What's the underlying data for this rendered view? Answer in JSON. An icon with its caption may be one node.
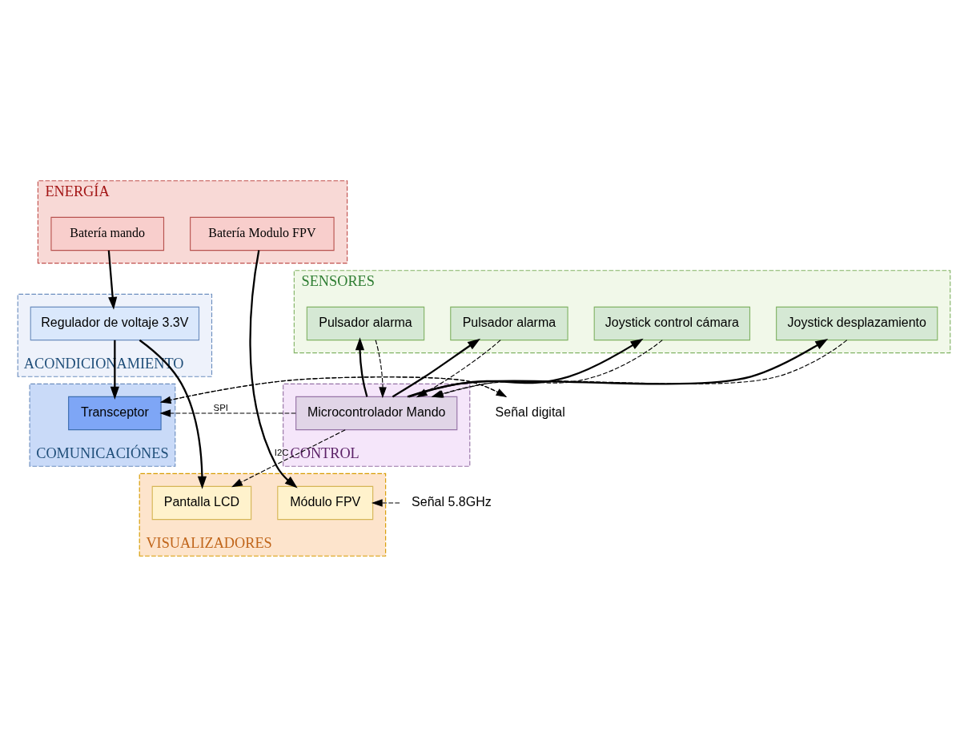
{
  "diagram": {
    "nodes": [
      {
        "text": [
          "ENERGÍA"
        ]
      },
      {
        "text": [
          "Batería mando"
        ],
        "in": 0
      },
      {
        "text": [
          "Batería Modulo FPV"
        ],
        "in": 0
      },
      {
        "text": [
          "ACONDICIONAMIENTO"
        ]
      },
      {
        "text": [
          "Regulador de voltaje 3.3V"
        ],
        "in": 3
      },
      {
        "text": [
          "SENSORES"
        ]
      },
      {
        "text": [
          "Joystick desplazamiento"
        ],
        "in": 5
      },
      {
        "text": [
          "Joystick control cámara"
        ],
        "in": 5
      },
      {
        "text": [
          "Pulsador alarma"
        ],
        "in": 5
      },
      {
        "text": [
          "Pulsador alarma"
        ],
        "in": 5
      },
      {
        "text": [
          "COMUNICACIÓNES"
        ]
      },
      {
        "text": [
          "Transceptor"
        ],
        "in": 10
      },
      {
        "text": [
          "CONTROL"
        ]
      },
      {
        "text": [
          "Microcontrolador Mando"
        ],
        "in": 12
      },
      {
        "text": [
          "VISUALIZADORES"
        ]
      },
      {
        "text": [
          "Pantalla LCD"
        ],
        "in": 14
      },
      {
        "text": [
          "Módulo FPV"
        ],
        "in": 14
      },
      {
        "text": [
          "Señal digital"
        ]
      },
      {
        "text": [
          "Señal 5.8GHz"
        ]
      }
    ],
    "edges": [
      {
        "from": 1,
        "to": 4,
        "arrow": "to"
      },
      {
        "from": 2,
        "to": 16,
        "arrow": "to"
      },
      {
        "from": 4,
        "to": 11,
        "arrow": "to"
      },
      {
        "from": 4,
        "to": 15,
        "arrow": "to"
      },
      {
        "from": 13,
        "to": 6,
        "arrow": "to"
      },
      {
        "from": 13,
        "to": 7,
        "arrow": "to"
      },
      {
        "from": 13,
        "to": 8,
        "arrow": "to"
      },
      {
        "from": 13,
        "to": 9,
        "arrow": "to"
      },
      {
        "from": 6,
        "to": 13,
        "arrow": "to",
        "style": "dashed"
      },
      {
        "from": 7,
        "to": 13,
        "arrow": "to",
        "style": "dashed"
      },
      {
        "from": 8,
        "to": 13,
        "arrow": "to",
        "style": "dashed"
      },
      {
        "from": 9,
        "to": 13,
        "arrow": "to",
        "style": "dashed"
      },
      {
        "from": 13,
        "to": 11,
        "arrow": "to",
        "style": "dashed",
        "label": "SPI"
      },
      {
        "from": 13,
        "to": 15,
        "arrow": "to",
        "style": "dashed",
        "label": "I2C"
      },
      {
        "from": 17,
        "to": 11,
        "arrow": "to",
        "style": "dashed"
      },
      {
        "from": 11,
        "to": 17,
        "arrow": "to",
        "style": "dashed"
      },
      {
        "from": 18,
        "to": 16,
        "arrow": "to",
        "style": "dashed"
      }
    ]
  }
}
